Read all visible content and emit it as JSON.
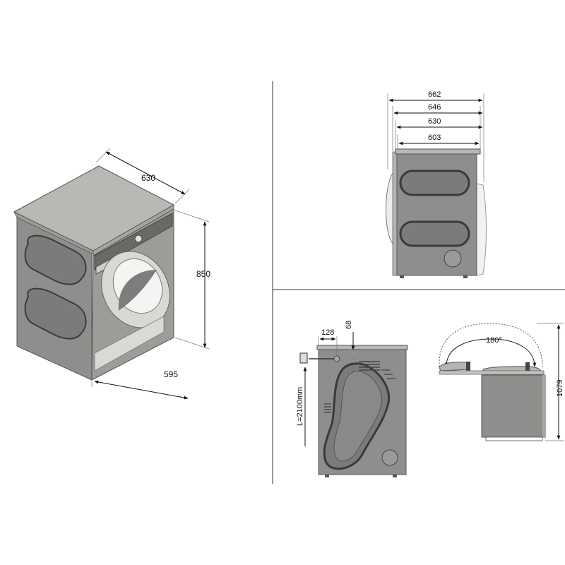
{
  "colors": {
    "body": "#8f8e8c",
    "body_dark": "#737270",
    "top": "#b9b8b5",
    "accent": "#b9b8b5",
    "line": "#111111"
  },
  "iso_view": {
    "depth_label": "630",
    "height_label": "850",
    "width_label": "595"
  },
  "side_view": {
    "dims": [
      "662",
      "646",
      "630",
      "603"
    ]
  },
  "back_view": {
    "offset_label": "128",
    "top_offset_label": "68",
    "hose_label": "L=2100mm"
  },
  "door_view": {
    "angle_label": "180°",
    "total_height_label": "1079"
  }
}
